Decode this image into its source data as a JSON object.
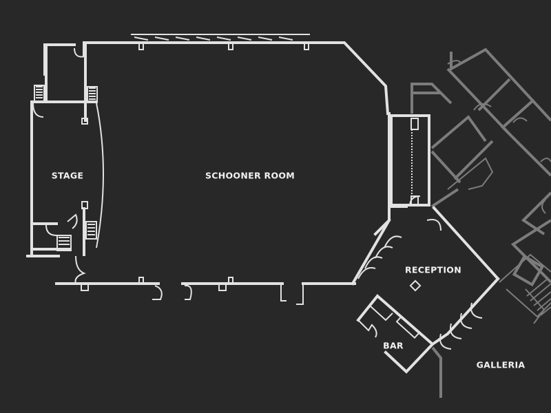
{
  "rooms": {
    "stage": "STAGE",
    "schooner_room": "SCHOONER ROOM",
    "reception": "RECEPTION",
    "bar": "BAR",
    "galleria": "GALLERIA"
  },
  "colors": {
    "background": "#282828",
    "primary_wall": "#e2e2e2",
    "secondary_wall": "#7c7c7c",
    "label": "#f2f2f2"
  }
}
